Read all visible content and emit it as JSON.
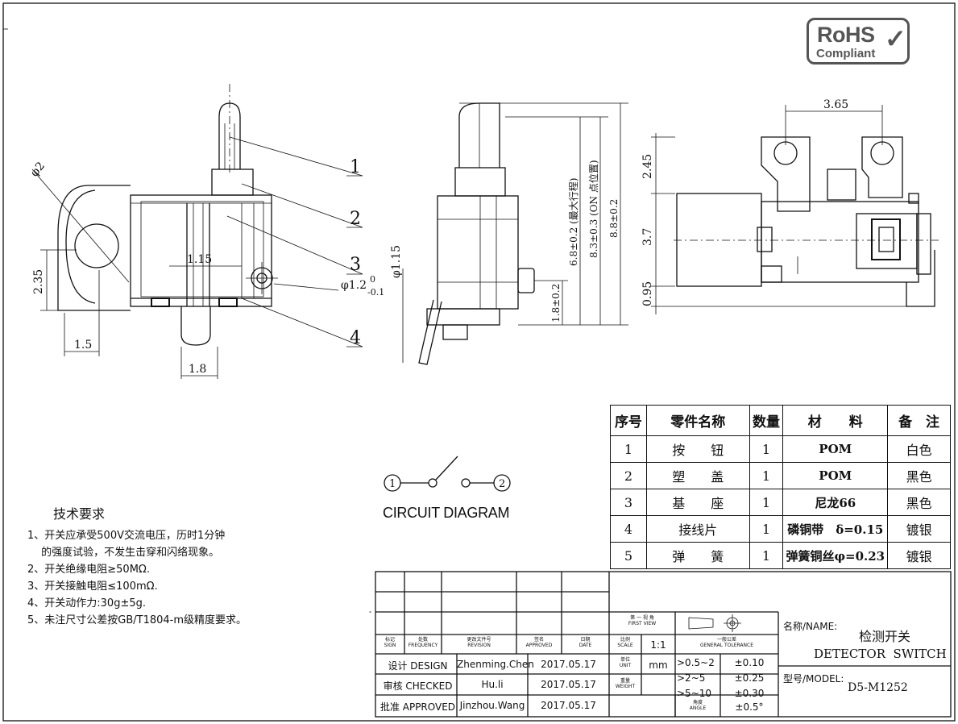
{
  "rohs": {
    "line1": "RoHS",
    "line2": "Compliant",
    "check": "✓"
  },
  "dimensions": {
    "front": [
      "φ2",
      "2.35",
      "1.5",
      "1.15",
      "1.8",
      "φ1.2",
      "0",
      "-0.1"
    ],
    "side": [
      "φ1.15",
      "6.8±0.2 (最大行程)",
      "8.3±0.3 (ON 点位置)",
      "8.8±0.2",
      "1.8±0.2"
    ],
    "top": [
      "3.65",
      "2.45",
      "3.7",
      "0.95"
    ]
  },
  "part_labels": [
    "1",
    "2",
    "3",
    "4"
  ],
  "circuit": {
    "title": "CIRCUIT DIAGRAM",
    "terminals": [
      "1",
      "2"
    ]
  },
  "tech_requirements": {
    "title": "技术要求",
    "items": [
      "1、开关应承受500V交流电压，历时1分钟",
      "　 的强度试验，不发生击穿和闪络现象。",
      "2、开关绝缘电阻≥50MΩ.",
      "3、开关接触电阻≤100mΩ.",
      "4、开关动作力:30g±5g.",
      "5、未注尺寸公差按GB/T1804-m级精度要求。"
    ]
  },
  "bom": {
    "headers": [
      "序号",
      "零件名称",
      "数量",
      "材　　料",
      "备　注"
    ],
    "rows": [
      [
        "1",
        "按　　钮",
        "1",
        "POM",
        "白色"
      ],
      [
        "2",
        "塑　　盖",
        "1",
        "POM",
        "黑色"
      ],
      [
        "3",
        "基　　座",
        "1",
        "尼龙66",
        "黑色"
      ],
      [
        "4",
        "接线片",
        "1",
        "磷铜带　δ=0.15",
        "镀银"
      ],
      [
        "5",
        "弹　　簧",
        "1",
        "弹簧铜丝φ=0.23",
        "镀银"
      ]
    ]
  },
  "title_block": {
    "hdr": {
      "sign": "标记\nSIGN",
      "freq": "处数\nFREQUENCY",
      "rev": "更改文件号\nREVISION",
      "appr": "签名\nAPPROVED",
      "date": "日期\nDATE",
      "scale": "比例\nSCALE",
      "scale_val": "1:1",
      "first_view": "第 一 视 角\nFIRST VIEW",
      "gen_tol": "一般公差\nGENERAL TOLERANCE",
      "unit": "单位\nUNIT",
      "unit_val": "mm",
      "weight": "重量\nWEIGHT",
      "angle": "角度\nANGLE"
    },
    "rows": [
      {
        "role": "设计 DESIGN",
        "name": "Zhenming.Chen",
        "date": "2017.05.17"
      },
      {
        "role": "审核 CHECKED",
        "name": "Hu.li",
        "date": "2017.05.17"
      },
      {
        "role": "批准 APPROVED",
        "name": "Jinzhou.Wang",
        "date": "2017.05.17"
      }
    ],
    "tolerances": [
      {
        "range": ">0.5~2",
        "tol": "±0.10"
      },
      {
        "range": ">2~5",
        "tol": "±0.25"
      },
      {
        "range": ">5~10",
        "tol": "±0.30"
      },
      {
        "range": "",
        "tol": "±0.5°"
      }
    ],
    "name_label": "名称/NAME:",
    "name_cn": "检测开关",
    "name_en": "DETECTOR  SWITCH",
    "model_label": "型号/MODEL:",
    "model": "D5-M1252"
  }
}
